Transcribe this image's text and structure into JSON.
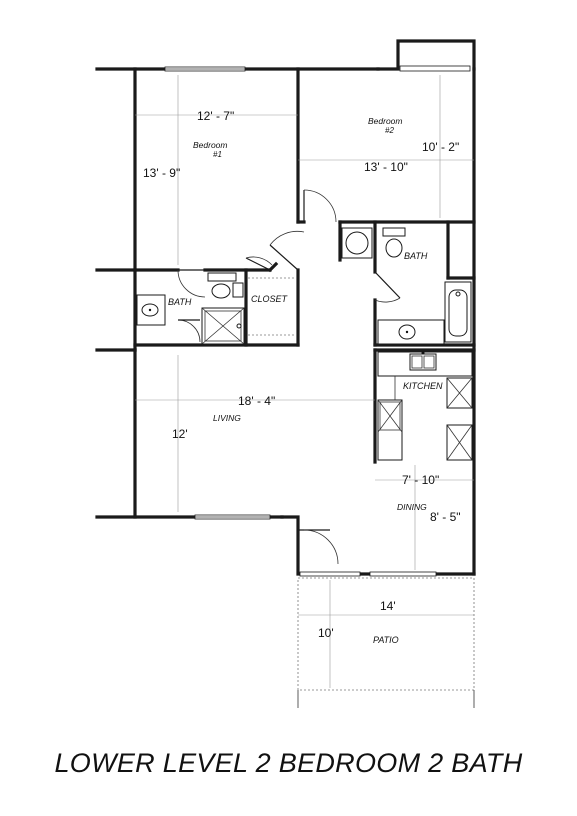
{
  "title": "LOWER LEVEL 2 BEDROOM 2 BATH",
  "rooms": {
    "bedroom1": {
      "name": "Bedroom",
      "number": "#1",
      "width": "12' - 7\"",
      "depth": "13' - 9\""
    },
    "bedroom2": {
      "name": "Bedroom",
      "number": "#2",
      "width": "13' - 10\"",
      "depth": "10' - 2\""
    },
    "bath1": {
      "name": "BATH"
    },
    "bath2": {
      "name": "BATH"
    },
    "closet": {
      "name": "CLOSET"
    },
    "living": {
      "name": "LIVING",
      "width": "18' - 4\"",
      "depth": "12'"
    },
    "kitchen": {
      "name": "KITCHEN"
    },
    "dining": {
      "name": "DINING",
      "width": "7' - 10\"",
      "depth": "8' - 5\""
    },
    "patio": {
      "name": "PATIO",
      "width": "14'",
      "depth": "10'"
    }
  }
}
